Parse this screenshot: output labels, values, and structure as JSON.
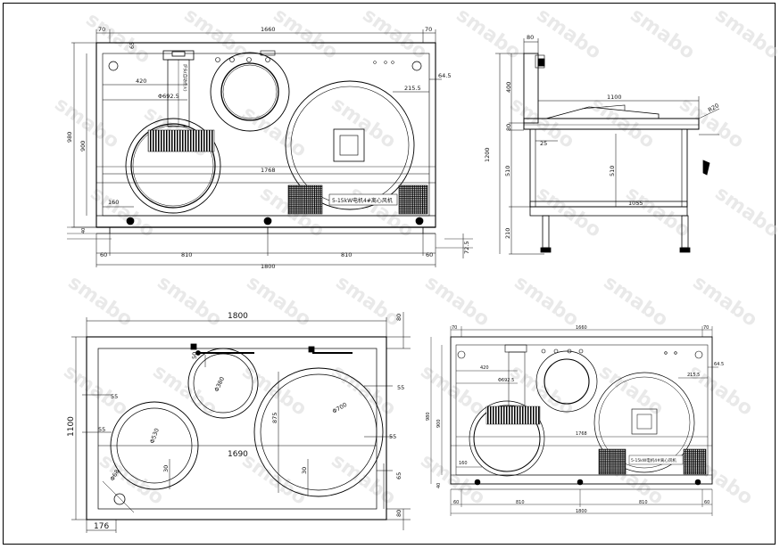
{
  "watermark": "smabo",
  "top_left": {
    "width_total": "1660",
    "edge_left": "70",
    "edge_right": "70",
    "top_gap": "65",
    "height_outer": "980",
    "height_inner": "900",
    "offset_420": "420",
    "diameter_label": "Φ692.5",
    "dim_215": "215.5",
    "dim_64": "64.5",
    "dim_1768": "1768",
    "dim_160": "160",
    "dim_40": "40",
    "bottom_60_left": "60",
    "bottom_810_left": "810",
    "bottom_810_right": "810",
    "bottom_60_right": "60",
    "bottom_total": "1800",
    "dim_72": "72.5",
    "fan_label": "5-15kW电机4#离心风机",
    "burner_label": "炉头(自动点火)"
  },
  "side_view": {
    "top_width": "80",
    "upper_height": "400",
    "depth": "1100",
    "radius": "R20",
    "dim_80": "80",
    "dim_25": "25",
    "total_height": "1200",
    "dim_510_left": "510",
    "dim_510_mid": "510",
    "dim_1055": "1055",
    "leg_height": "210"
  },
  "plan_view": {
    "width": "1800",
    "right_margin": "80",
    "depth": "1100",
    "dim_50": "50",
    "dia_380": "Φ380",
    "dia_700": "Φ700",
    "dia_530": "Φ530",
    "dim_55_a": "55",
    "dim_55_b": "55",
    "dim_55_c": "55",
    "dim_55_d": "55",
    "dim_875": "875",
    "dim_1690": "1690",
    "dim_30_a": "30",
    "dim_30_b": "30",
    "dia_68": "Φ68",
    "dim_65": "65",
    "bottom_80": "80",
    "dim_176": "176"
  },
  "bottom_right": {
    "width_total": "1660",
    "edge_left": "70",
    "edge_right": "70",
    "height_outer": "980",
    "height_inner": "900",
    "offset_420": "420",
    "diameter_label": "Φ692.5",
    "dim_215": "215.5",
    "dim_64": "64.5",
    "dim_1768": "1768",
    "dim_160": "160",
    "dim_40": "40",
    "bottom_60_left": "60",
    "bottom_810_left": "810",
    "bottom_810_right": "810",
    "bottom_60_right": "60",
    "bottom_total": "1800",
    "fan_label": "5-15kW电机4#离心风机"
  }
}
